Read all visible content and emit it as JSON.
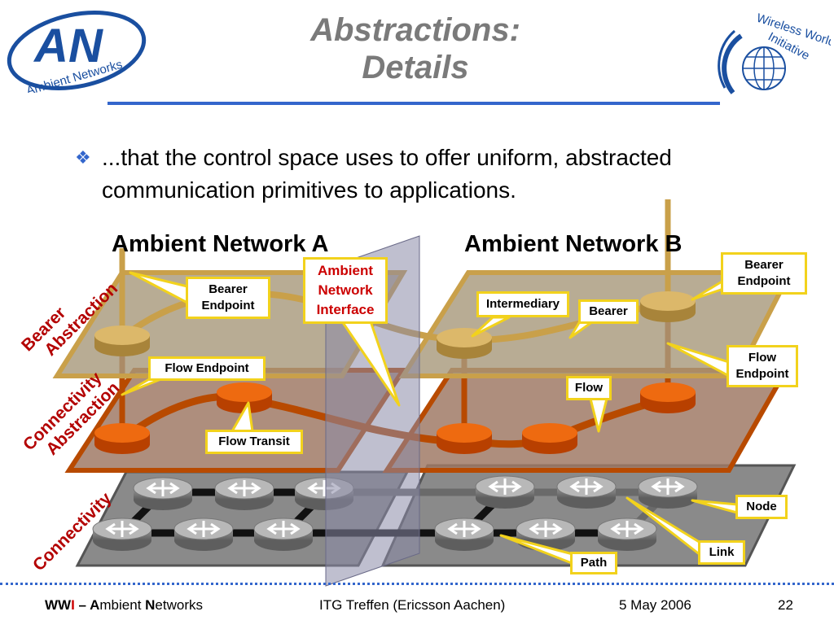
{
  "title": {
    "line1": "Abstractions:",
    "line2": "Details"
  },
  "bullet": "...that the control space uses to offer uniform, abstracted communication primitives to applications.",
  "networks": {
    "a": "Ambient Network A",
    "b": "Ambient Network B"
  },
  "layers": {
    "bearer_line1": "Bearer",
    "bearer_line2": "Abstraction",
    "connectivity_abs_line1": "Connectivity",
    "connectivity_abs_line2": "Abstraction",
    "connectivity": "Connectivity"
  },
  "callouts": {
    "bearer_endpoint_a": "Bearer Endpoint",
    "ambient_network_interface": "Ambient Network Interface",
    "intermediary": "Intermediary",
    "bearer": "Bearer",
    "bearer_endpoint_b": "Bearer Endpoint",
    "flow_endpoint_a": "Flow Endpoint",
    "flow": "Flow",
    "flow_endpoint_b": "Flow Endpoint",
    "flow_transit": "Flow Transit",
    "node": "Node",
    "link": "Link",
    "path": "Path"
  },
  "logos": {
    "ambient": {
      "letters": "AN",
      "text": "Ambient Networks"
    },
    "wwi": {
      "line1": "Wireless World",
      "line2": "Initiative",
      "accent_letter": "I"
    }
  },
  "footer": {
    "brand_ww": "WW",
    "brand_i": "I",
    "brand_rest": " – ",
    "brand_a": "A",
    "brand_mbient": "mbient ",
    "brand_n": "N",
    "brand_etworks": "etworks",
    "event": "ITG Treffen (Ericsson Aachen)",
    "date": "5 May 2006",
    "page": "22"
  },
  "colors": {
    "title": "#7a7a7a",
    "accent_blue": "#3366cc",
    "bearer_plane": "#a89a7c",
    "bearer_frame": "#c9a04a",
    "bearer_node": "#d4b060",
    "connectivity_plane": "#a07a66",
    "connectivity_frame": "#b84a00",
    "flow_node": "#dd5500",
    "conn_plane": "#8a8a8a",
    "router": "#7a7a7a",
    "callout_border": "#f2d21c",
    "label_red": "#b30000"
  }
}
